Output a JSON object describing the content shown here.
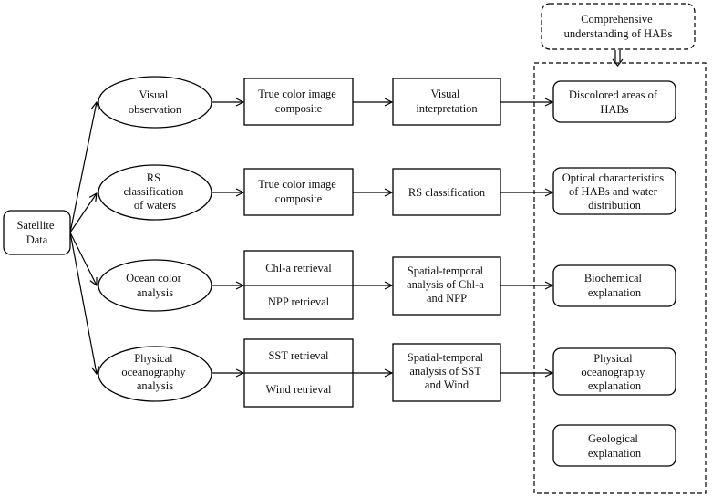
{
  "diagram": {
    "source": {
      "lines": [
        "Satellite",
        "Data"
      ]
    },
    "methods": [
      {
        "id": "visual",
        "lines": [
          "Visual",
          "observation"
        ]
      },
      {
        "id": "rs",
        "lines": [
          "RS",
          "classification",
          "of waters"
        ]
      },
      {
        "id": "ocean",
        "lines": [
          "Ocean color",
          "analysis"
        ]
      },
      {
        "id": "physical",
        "lines": [
          "Physical",
          "oceanography",
          "analysis"
        ]
      }
    ],
    "step1": [
      {
        "id": "tc1",
        "lines": [
          "True color image",
          "composite"
        ]
      },
      {
        "id": "tc2",
        "lines": [
          "True color image",
          "composite"
        ]
      },
      {
        "id": "chl",
        "lines": [
          "Chl-a retrieval"
        ]
      },
      {
        "id": "npp",
        "lines": [
          "NPP retrieval"
        ]
      },
      {
        "id": "sst",
        "lines": [
          "SST retrieval"
        ]
      },
      {
        "id": "wind",
        "lines": [
          "Wind retrieval"
        ]
      }
    ],
    "step2": [
      {
        "id": "vi",
        "lines": [
          "Visual",
          "interpretation"
        ]
      },
      {
        "id": "rsc",
        "lines": [
          "RS classification"
        ]
      },
      {
        "id": "stchl",
        "lines": [
          "Spatial-temporal",
          "analysis of Chl-a",
          "and NPP"
        ]
      },
      {
        "id": "stsst",
        "lines": [
          "Spatial-temporal",
          "analysis of  SST",
          "and  Wind"
        ]
      }
    ],
    "outcomes": [
      {
        "id": "discolored",
        "lines": [
          "Discolored areas of",
          "HABs"
        ]
      },
      {
        "id": "optical",
        "lines": [
          "Optical characteristics",
          "of HABs and water",
          "distribution"
        ]
      },
      {
        "id": "biochem",
        "lines": [
          "Biochemical",
          "explanation"
        ]
      },
      {
        "id": "physexp",
        "lines": [
          "Physical",
          "oceanography",
          "explanation"
        ]
      },
      {
        "id": "geo",
        "lines": [
          "Geological",
          "explanation"
        ]
      }
    ],
    "summary": {
      "lines": [
        "Comprehensive",
        "understanding of HABs"
      ]
    },
    "colors": {
      "stroke": "#000000",
      "fill": "#ffffff",
      "text": "#111111"
    }
  }
}
